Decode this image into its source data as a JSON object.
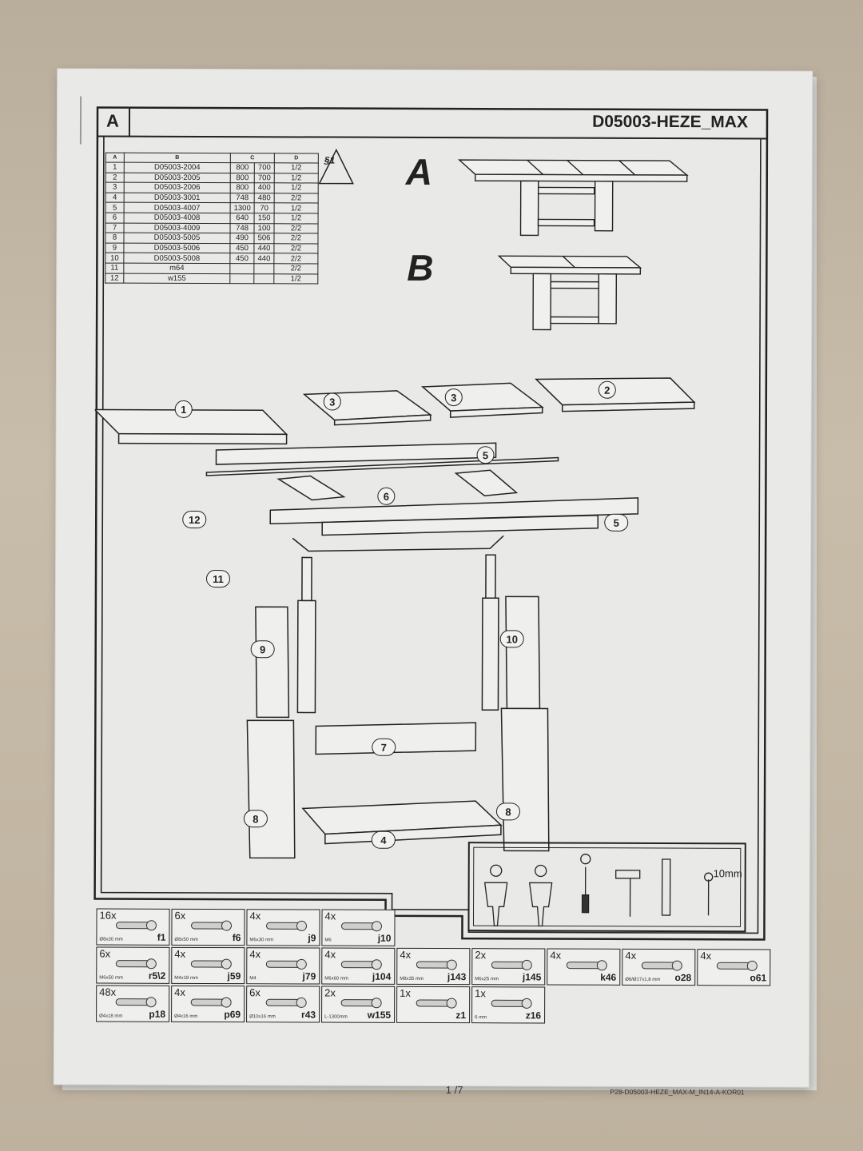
{
  "header": {
    "section_letter": "A",
    "title": "D05003-HEZE_MAX"
  },
  "parts_table": {
    "headers": [
      "A",
      "B",
      "C",
      "",
      "D"
    ],
    "rows": [
      [
        "1",
        "D05003-2004",
        "800",
        "700",
        "1/2"
      ],
      [
        "2",
        "D05003-2005",
        "800",
        "700",
        "1/2"
      ],
      [
        "3",
        "D05003-2006",
        "800",
        "400",
        "1/2"
      ],
      [
        "4",
        "D05003-3001",
        "748",
        "480",
        "2/2"
      ],
      [
        "5",
        "D05003-4007",
        "1300",
        "70",
        "1/2"
      ],
      [
        "6",
        "D05003-4008",
        "640",
        "150",
        "1/2"
      ],
      [
        "7",
        "D05003-4009",
        "748",
        "100",
        "2/2"
      ],
      [
        "8",
        "D05003-5005",
        "490",
        "506",
        "2/2"
      ],
      [
        "9",
        "D05003-5006",
        "450",
        "440",
        "2/2"
      ],
      [
        "10",
        "D05003-5008",
        "450",
        "440",
        "2/2"
      ],
      [
        "11",
        "m64",
        "",
        "",
        "2/2"
      ],
      [
        "12",
        "w155",
        "",
        "",
        "1/2"
      ]
    ]
  },
  "warning_badge": "§1",
  "variants": {
    "a": "A",
    "b": "B"
  },
  "part_numbers": [
    "1",
    "3",
    "3",
    "2",
    "5",
    "6",
    "12",
    "5",
    "11",
    "9",
    "10",
    "7",
    "8",
    "8",
    "4"
  ],
  "tools": {
    "wrench_size": "10mm",
    "icons": [
      "person-icon",
      "person-icon",
      "screwdriver-icon",
      "hammer-icon",
      "ruler-icon",
      "wrench-icon"
    ]
  },
  "hardware": [
    {
      "qty": "16x",
      "size": "Ø8x30 mm",
      "code": "f1"
    },
    {
      "qty": "6x",
      "size": "Ø8x50 mm",
      "code": "f6"
    },
    {
      "qty": "4x",
      "size": "M6x30 mm",
      "code": "j9"
    },
    {
      "qty": "4x",
      "size": "M6",
      "code": "j10"
    },
    {
      "qty": "6x",
      "size": "M6x50 mm",
      "code": "r5\\2"
    },
    {
      "qty": "4x",
      "size": "M4x18 mm",
      "code": "j59"
    },
    {
      "qty": "4x",
      "size": "M4",
      "code": "j79"
    },
    {
      "qty": "4x",
      "size": "M6x60 mm",
      "code": "j104"
    },
    {
      "qty": "4x",
      "size": "M8x35 mm",
      "code": "j143"
    },
    {
      "qty": "2x",
      "size": "M6x25 mm",
      "code": "j145"
    },
    {
      "qty": "4x",
      "size": "",
      "code": "k46"
    },
    {
      "qty": "4x",
      "size": "Ø8/Ø17x1,8 mm",
      "code": "o28"
    },
    {
      "qty": "4x",
      "size": "",
      "code": "o61"
    },
    {
      "qty": "48x",
      "size": "Ø4x18 mm",
      "code": "p18"
    },
    {
      "qty": "4x",
      "size": "Ø4x16 mm",
      "code": "p69"
    },
    {
      "qty": "6x",
      "size": "Ø10x16 mm",
      "code": "r43"
    },
    {
      "qty": "2x",
      "size": "L-1300mm",
      "code": "w155"
    },
    {
      "qty": "1x",
      "size": "",
      "code": "z1"
    },
    {
      "qty": "1x",
      "size": "6 mm",
      "code": "z16"
    }
  ],
  "footer": {
    "page": "1 /7",
    "doc_ref": "P28-D05003-HEZE_MAX-M_IN14-A-KOR01"
  }
}
